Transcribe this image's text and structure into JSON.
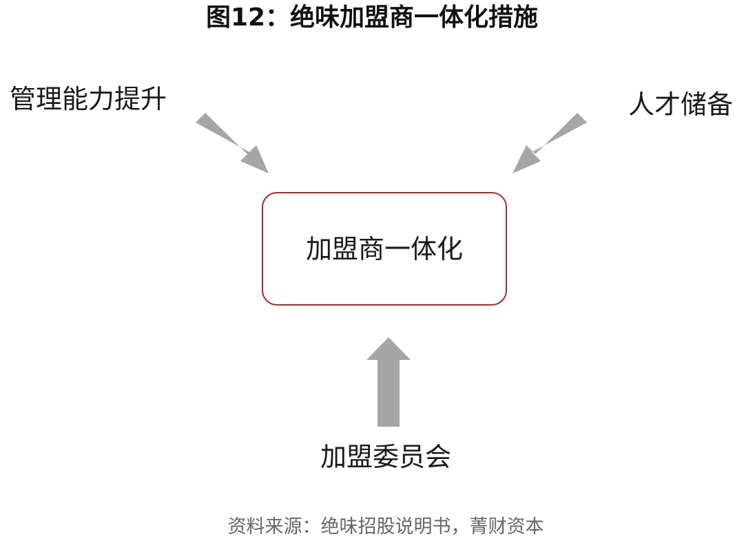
{
  "title": "图12：绝味加盟商一体化措施",
  "nodes": {
    "left": "管理能力提升",
    "right": "人才储备",
    "center": "加盟商一体化",
    "bottom": "加盟委员会"
  },
  "source": "资料来源：绝味招股说明书，菁财资本",
  "colors": {
    "arrow": "#a6a6a6",
    "box_border": "#a52a2a",
    "text": "#1a1a1a",
    "source_text": "#666666"
  }
}
